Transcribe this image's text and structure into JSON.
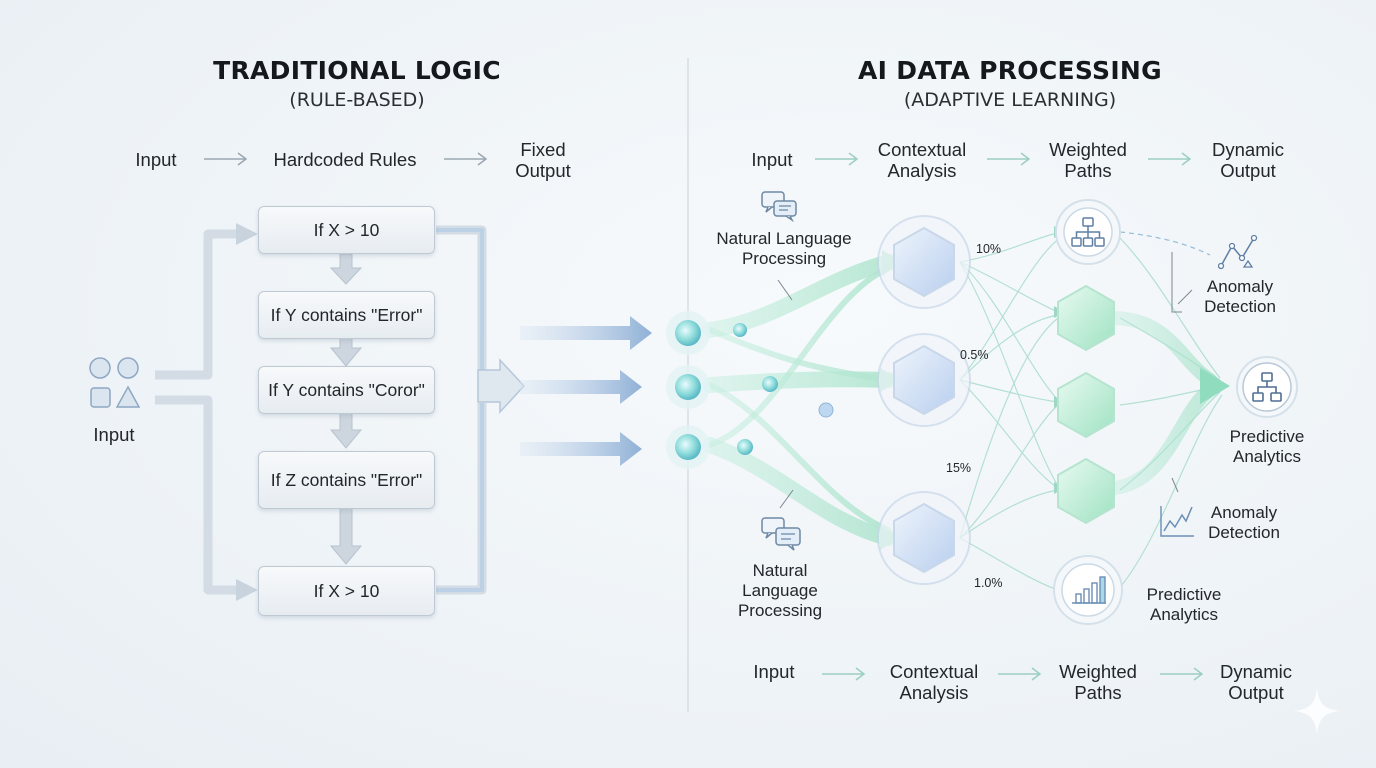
{
  "traditional": {
    "title": "TRADITIONAL LOGIC",
    "subtitle": "(RULE-BASED)",
    "flow": [
      "Input",
      "Hardcoded Rules",
      "Fixed Output"
    ],
    "input_label": "Input",
    "rules": [
      "If X > 10",
      "If Y contains \"Error\"",
      "If Y contains \"Coror\"",
      "If Z contains \"Error\"",
      "If X > 10"
    ]
  },
  "ai": {
    "title": "AI DATA PROCESSING",
    "subtitle": "(ADAPTIVE LEARNING)",
    "flow_top": [
      "Input",
      "Contextual Analysis",
      "Weighted Paths",
      "Dynamic Output"
    ],
    "flow_bottom": [
      "Input",
      "Contextual Analysis",
      "Weighted Paths",
      "Dynamic Output"
    ],
    "nlp_top": "Natural Language Processing",
    "nlp_bottom": "Natural Language Processing",
    "anomaly_top": "Anomaly Detection",
    "anomaly_bottom": "Anomaly Detection",
    "predictive_main": "Predictive Analytics",
    "predictive_bottom": "Predictive Analytics",
    "weights": [
      "10%",
      "0.5%",
      "15%",
      "1.0%"
    ]
  },
  "icons": [
    "shapes-icon",
    "chat-icon",
    "network-icon",
    "anomaly-chart-icon",
    "hierarchy-icon",
    "bar-chart-icon",
    "trend-chart-icon",
    "sparkle-icon"
  ]
}
